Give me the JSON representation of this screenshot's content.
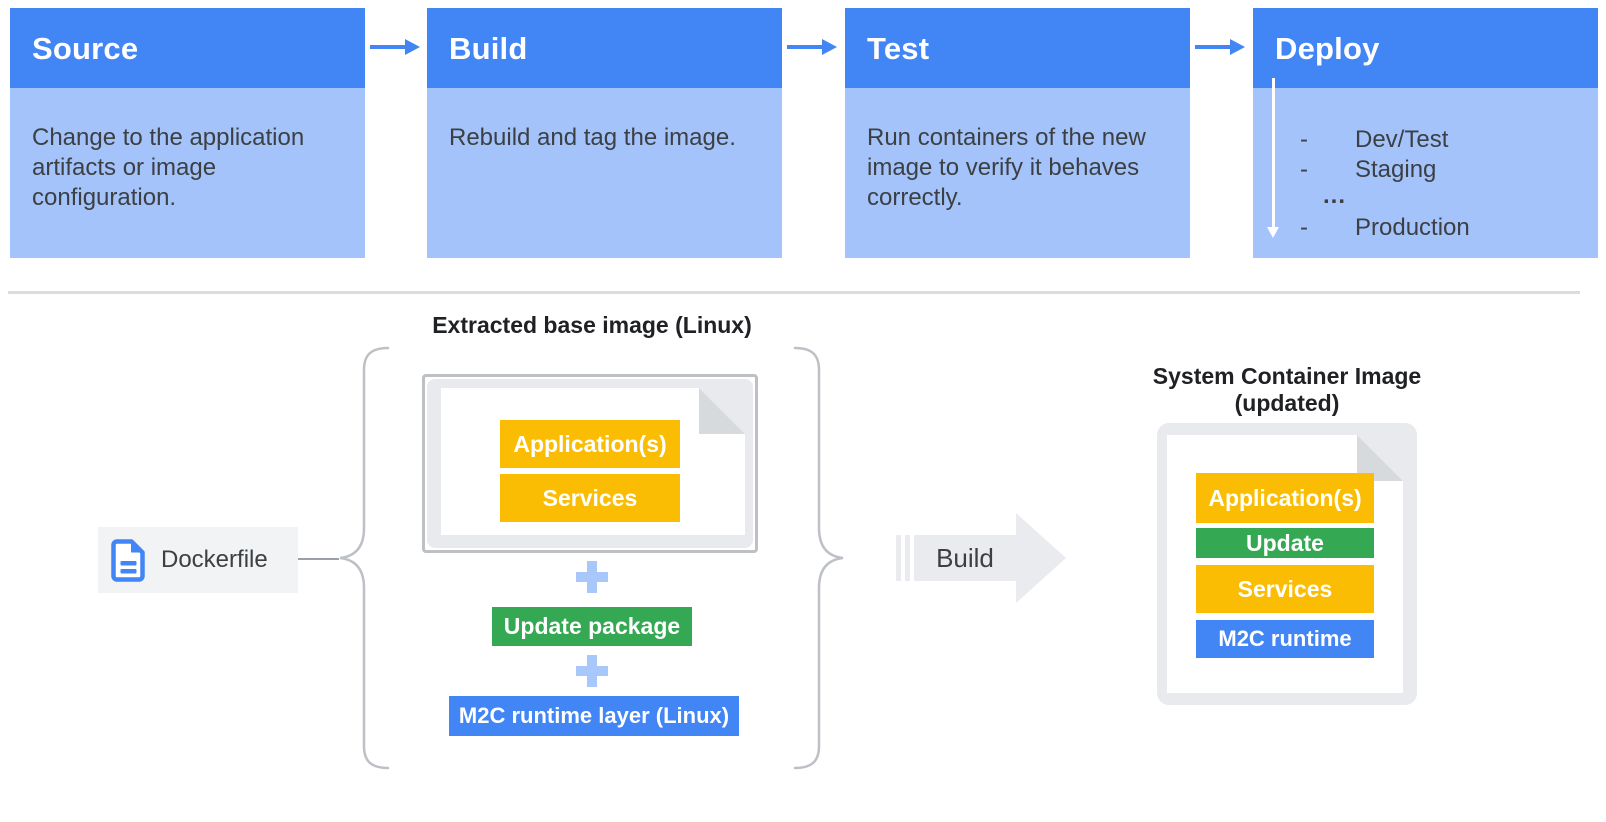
{
  "pipeline": {
    "stages": [
      {
        "title": "Source",
        "description": "Change to the application artifacts or image configuration."
      },
      {
        "title": "Build",
        "description": "Rebuild and tag the image."
      },
      {
        "title": "Test",
        "description": "Run containers of the new image to verify it behaves correctly."
      },
      {
        "title": "Deploy",
        "items": [
          {
            "bullet": "-",
            "label": "Dev/Test"
          },
          {
            "bullet": "-",
            "label": "Staging"
          },
          {
            "bullet": "",
            "label": "..."
          },
          {
            "bullet": "-",
            "label": "Production"
          }
        ]
      }
    ]
  },
  "build_flow": {
    "dockerfile": {
      "label": "Dockerfile"
    },
    "extracted_base_image": {
      "title": "Extracted base image (Linux)",
      "layers": [
        {
          "label": "Application(s)"
        },
        {
          "label": "Services"
        }
      ]
    },
    "update_package": {
      "label": "Update package"
    },
    "m2c_runtime_layer": {
      "label": "M2C runtime layer (Linux)"
    },
    "build_arrow": {
      "label": "Build"
    },
    "system_container_image": {
      "title": "System Container Image (updated)",
      "layers": [
        {
          "label": "Application(s)",
          "color": "#FBBC04"
        },
        {
          "label": "Update",
          "color": "#34A853"
        },
        {
          "label": "Services",
          "color": "#FBBC04"
        },
        {
          "label": "M2C runtime",
          "color": "#4285F4"
        }
      ]
    }
  },
  "icons": {
    "plus": "+",
    "arrow_right": "→",
    "arrow_down": "↓",
    "document": "📄"
  },
  "colors": {
    "stage_header_blue": "#4285F4",
    "stage_body_blue": "#A3C3FA",
    "accent_yellow": "#FBBC04",
    "accent_green": "#34A853",
    "accent_blue": "#4285F4",
    "plus_blue": "#A8C7FA",
    "doc_gray": "#E8EAED",
    "text_dark": "#3C4043"
  }
}
